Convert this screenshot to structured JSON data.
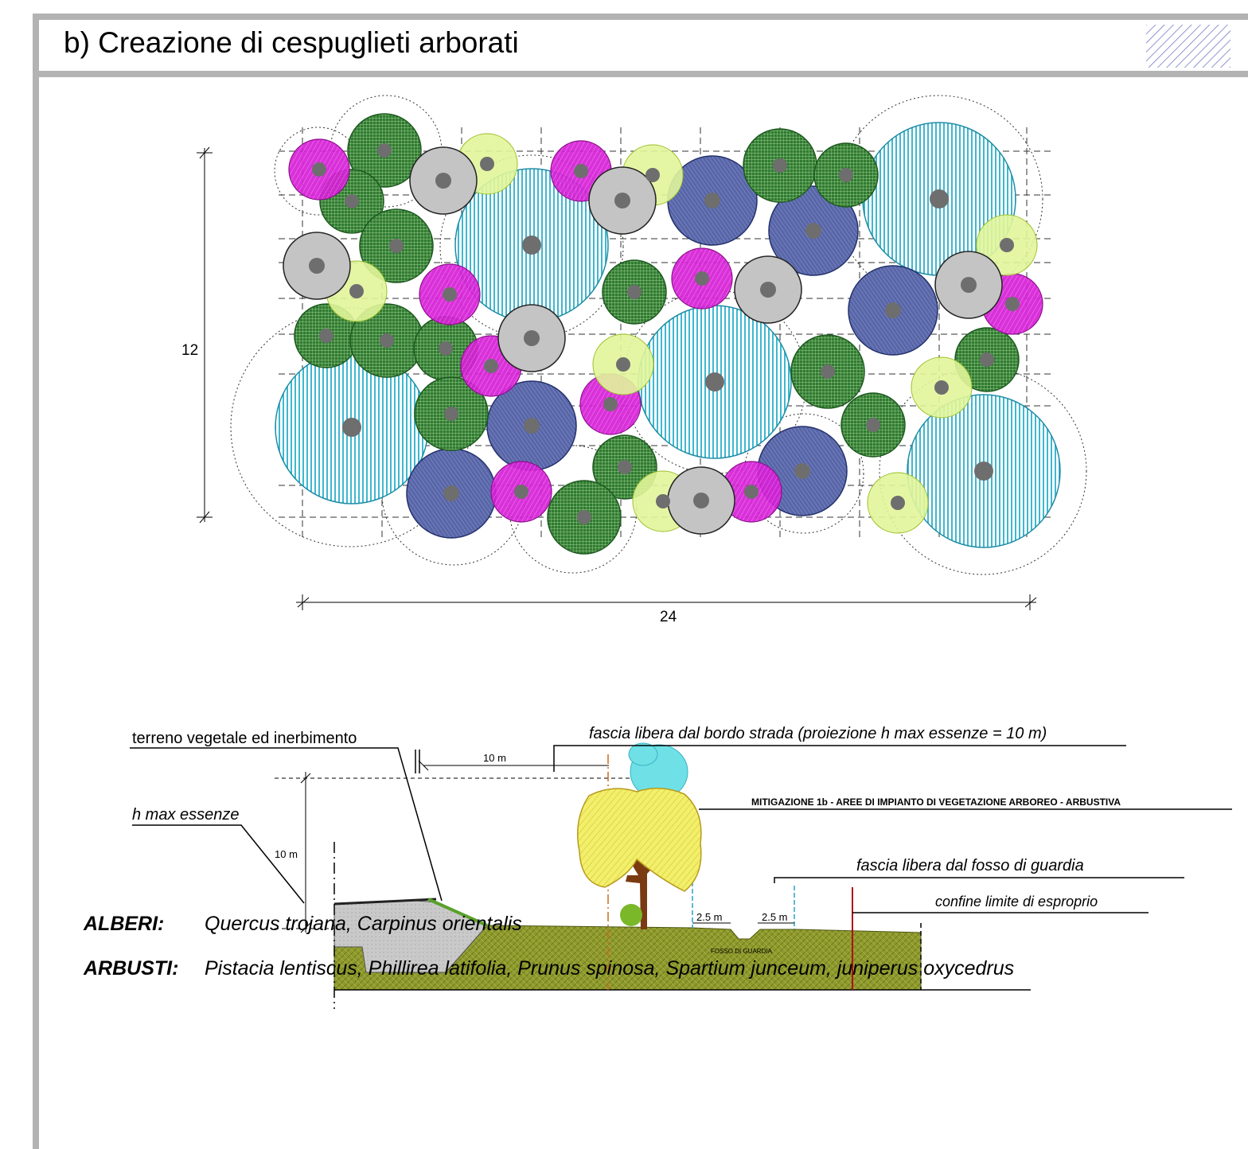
{
  "header": {
    "title": "b) Creazione di cespuglieti arborati"
  },
  "plan": {
    "dim_height": "12",
    "dim_width": "24"
  },
  "section": {
    "label_terreno": "terreno vegetale ed inerbimento",
    "label_fascia_strada": "fascia libera dal bordo strada (proiezione h max essenze = 10 m)",
    "label_h_max": "h max essenze",
    "label_mitigazione": "MITIGAZIONE 1b - AREE DI IMPIANTO DI VEGETAZIONE ARBOREO - ARBUSTIVA",
    "label_fascia_fosso": "fascia libera dal fosso di guardia",
    "label_confine": "confine limite di esproprio",
    "dim_10m_h": "10 m",
    "dim_10m_v": "10 m",
    "dim_25m_a": "2.5 m",
    "dim_25m_b": "2.5 m",
    "label_fosso": "FOSSO DI GUARDIA"
  },
  "legend": {
    "alberi_label": "ALBERI:",
    "alberi_species": "Quercus trojana, Carpinus orientalis",
    "arbusti_label": "ARBUSTI:",
    "arbusti_species": "Pistacia lentiscus, Phillirea latifolia, Prunus spinosa, Spartium junceum, juniperus oxycedrus"
  },
  "colors": {
    "cyan": "#3fb7cf",
    "darkgreen": "#3d8a3a",
    "magenta": "#d61fd6",
    "lime": "#e1f59a",
    "grey": "#c4c4c4",
    "navy": "#5866a8",
    "ground": "#8f9a2e"
  }
}
